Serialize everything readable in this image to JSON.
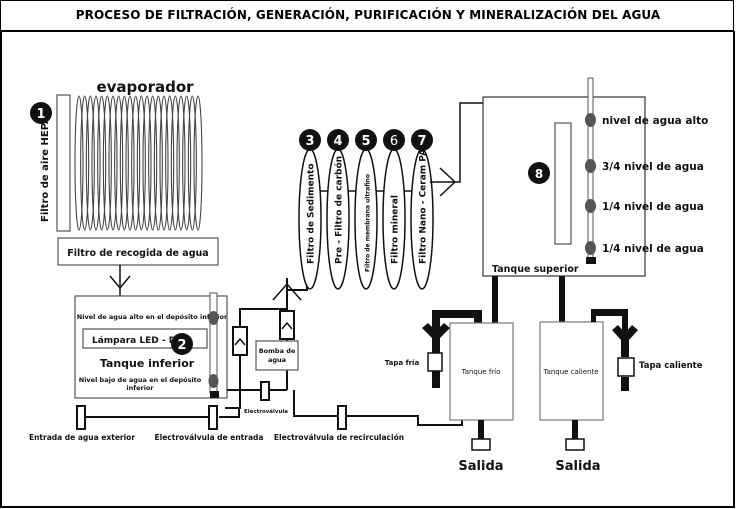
{
  "title": "PROCESO DE FILTRACIÓN, GENERACIÓN, PURIFICACIÓN Y MINERALIZACIÓN DEL AGUA",
  "evaporator": {
    "label": "evaporador",
    "hepa_filter": {
      "number": "1",
      "label": "Filtro de aire HEPA"
    },
    "collection_filter": "Filtro de recogida de agua"
  },
  "lower_tank": {
    "title": "Tanque inferior",
    "high_level": "Nivel de agua alto en el depósito inferior",
    "low_level": "Nivel bajo de agua en el depósito inferior",
    "led_lamp": {
      "number": "2",
      "label": "Lámpara LED - DV"
    }
  },
  "pump": {
    "label": "Bomba de agua"
  },
  "valves": {
    "solenoid": "Electroválvula",
    "inlet": "Electroválvula de entrada",
    "recirculation": "Electroválvula de recirculación",
    "external_inlet": "Entrada de agua exterior"
  },
  "filters": [
    {
      "number": "3",
      "label": "Filtro de Sedimento"
    },
    {
      "number": "4",
      "label": "Pre - Filtro de carbón"
    },
    {
      "number": "5",
      "label": "Filtro de membrana ultrafino"
    },
    {
      "number": "6",
      "label": "Filtro mineral"
    },
    {
      "number": "7",
      "label": "Filtro Nano - Ceram PAC"
    }
  ],
  "upper_tank": {
    "number": "8",
    "title": "Tanque superior",
    "levels": [
      "nivel de agua alto",
      "3/4 nivel de agua",
      "1/4 nivel de agua",
      "1/4 nivel de agua"
    ]
  },
  "cold_tank": {
    "label": "Tanque frío",
    "tap": "Tapa fría",
    "outlet": "Salida"
  },
  "hot_tank": {
    "label": "Tanque caliente",
    "tap": "Tapa caliente",
    "outlet": "Salida"
  }
}
